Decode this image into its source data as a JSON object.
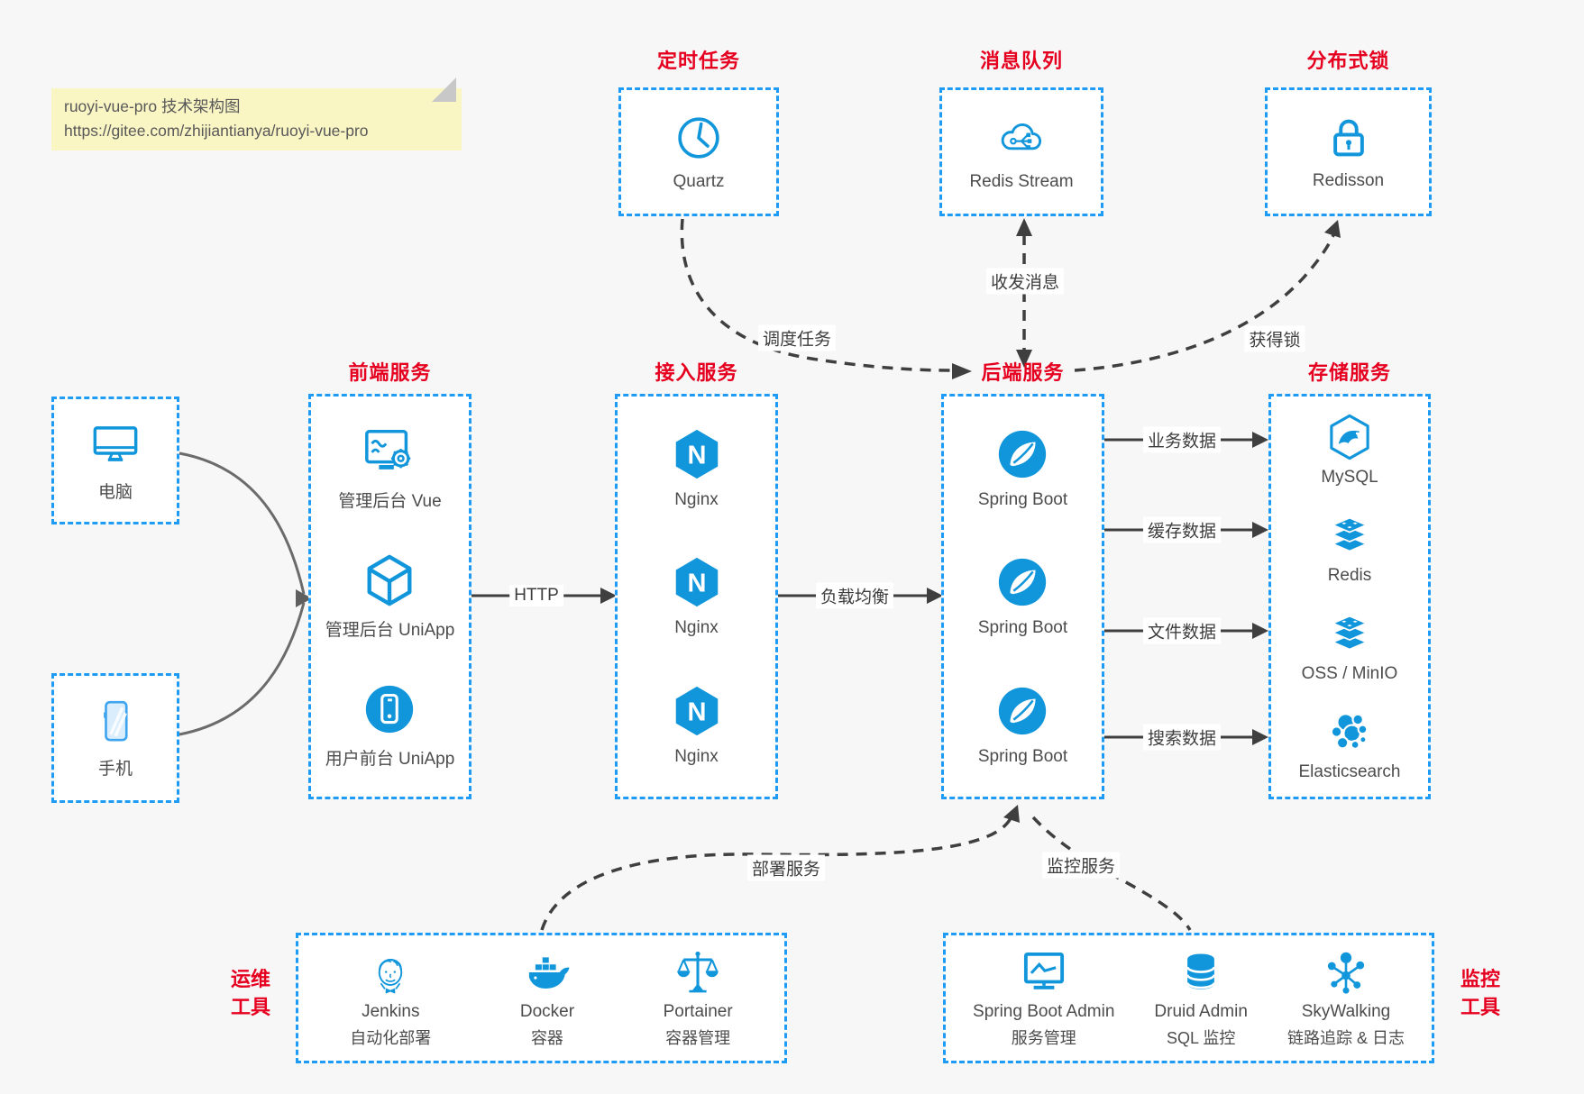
{
  "colors": {
    "blue": "#1E9BF5",
    "icon": "#1296DB",
    "red": "#E60020",
    "note": "#FAF6C3",
    "line": "#3F3F3F"
  },
  "note": {
    "line1": "ruoyi-vue-pro 技术架构图",
    "line2": "https://gitee.com/zhijiantianya/ruoyi-vue-pro"
  },
  "icons": {
    "nginx_letter": "N"
  },
  "groups": {
    "scheduler": {
      "title": "定时任务",
      "items": [
        {
          "label": "Quartz",
          "icon": "clock-icon"
        }
      ]
    },
    "mq": {
      "title": "消息队列",
      "items": [
        {
          "label": "Redis Stream",
          "icon": "cloud-stream-icon"
        }
      ]
    },
    "lock": {
      "title": "分布式锁",
      "items": [
        {
          "label": "Redisson",
          "icon": "lock-icon"
        }
      ]
    },
    "clients": {
      "items": [
        {
          "label": "电脑",
          "icon": "desktop-icon"
        },
        {
          "label": "手机",
          "icon": "phone-icon"
        }
      ]
    },
    "frontend": {
      "title": "前端服务",
      "items": [
        {
          "label": "管理后台 Vue",
          "icon": "admin-vue-icon"
        },
        {
          "label": "管理后台 UniApp",
          "icon": "uniapp-cube-icon"
        },
        {
          "label": "用户前台 UniApp",
          "icon": "user-app-icon"
        }
      ]
    },
    "gateway": {
      "title": "接入服务",
      "items": [
        {
          "label": "Nginx",
          "icon": "nginx-icon"
        },
        {
          "label": "Nginx",
          "icon": "nginx-icon"
        },
        {
          "label": "Nginx",
          "icon": "nginx-icon"
        }
      ]
    },
    "backend": {
      "title": "后端服务",
      "items": [
        {
          "label": "Spring Boot",
          "icon": "spring-icon"
        },
        {
          "label": "Spring Boot",
          "icon": "spring-icon"
        },
        {
          "label": "Spring Boot",
          "icon": "spring-icon"
        }
      ]
    },
    "storage": {
      "title": "存储服务",
      "items": [
        {
          "label": "MySQL",
          "icon": "mysql-icon"
        },
        {
          "label": "Redis",
          "icon": "redis-stack-icon"
        },
        {
          "label": "OSS / MinIO",
          "icon": "oss-stack-icon"
        },
        {
          "label": "Elasticsearch",
          "icon": "elasticsearch-icon"
        }
      ]
    },
    "devops": {
      "side_title": [
        "运维",
        "工具"
      ],
      "items": [
        {
          "label": "Jenkins",
          "sub": "自动化部署",
          "icon": "jenkins-icon"
        },
        {
          "label": "Docker",
          "sub": "容器",
          "icon": "docker-icon"
        },
        {
          "label": "Portainer",
          "sub": "容器管理",
          "icon": "portainer-icon"
        }
      ]
    },
    "monitor": {
      "side_title": [
        "监控",
        "工具"
      ],
      "items": [
        {
          "label": "Spring Boot Admin",
          "sub": "服务管理",
          "icon": "springbootadmin-icon"
        },
        {
          "label": "Druid Admin",
          "sub": "SQL 监控",
          "icon": "druid-icon"
        },
        {
          "label": "SkyWalking",
          "sub": "链路追踪 & 日志",
          "icon": "skywalking-icon"
        }
      ]
    }
  },
  "edges": {
    "http": "HTTP",
    "lb": "负载均衡",
    "biz": "业务数据",
    "cache": "缓存数据",
    "file": "文件数据",
    "search": "搜索数据",
    "schedule": "调度任务",
    "message": "收发消息",
    "lock": "获得锁",
    "deploy": "部署服务",
    "monitor": "监控服务"
  }
}
